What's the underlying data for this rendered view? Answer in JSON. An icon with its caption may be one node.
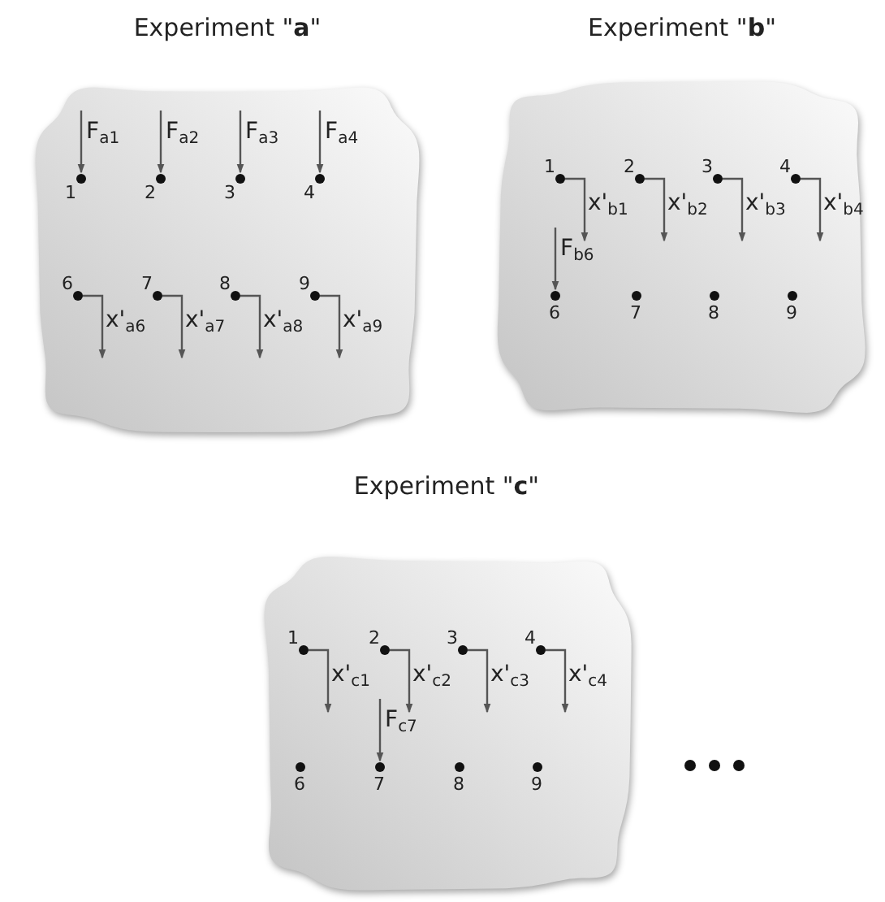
{
  "diagram": {
    "nodes": [
      {
        "text": [
          "Experiment \"**a**\""
        ]
      },
      {
        "text": [],
        "shape": "circle",
        "in": 0,
        "beside": [
          "1"
        ]
      },
      {
        "text": [],
        "shape": "circle",
        "in": 0,
        "beside": [
          "2"
        ]
      },
      {
        "text": [],
        "shape": "circle",
        "in": 0,
        "beside": [
          "3"
        ]
      },
      {
        "text": [],
        "shape": "circle",
        "in": 0,
        "beside": [
          "4"
        ]
      },
      {
        "text": [],
        "shape": "circle",
        "in": 0,
        "beside": [
          "6"
        ]
      },
      {
        "text": [],
        "shape": "circle",
        "in": 0,
        "beside": [
          "7"
        ]
      },
      {
        "text": [],
        "shape": "circle",
        "in": 0,
        "beside": [
          "8"
        ]
      },
      {
        "text": [],
        "shape": "circle",
        "in": 0,
        "beside": [
          "9"
        ]
      },
      {
        "text": [
          "Experiment \"**b**\""
        ]
      },
      {
        "text": [],
        "shape": "circle",
        "in": 9,
        "beside": [
          "1"
        ]
      },
      {
        "text": [],
        "shape": "circle",
        "in": 9,
        "beside": [
          "2"
        ]
      },
      {
        "text": [],
        "shape": "circle",
        "in": 9,
        "beside": [
          "3"
        ]
      },
      {
        "text": [],
        "shape": "circle",
        "in": 9,
        "beside": [
          "4"
        ]
      },
      {
        "text": [],
        "shape": "circle",
        "in": 9,
        "beside": [
          "6"
        ]
      },
      {
        "text": [],
        "shape": "circle",
        "in": 9,
        "beside": [
          "7"
        ]
      },
      {
        "text": [],
        "shape": "circle",
        "in": 9,
        "beside": [
          "8"
        ]
      },
      {
        "text": [],
        "shape": "circle",
        "in": 9,
        "beside": [
          "9"
        ]
      },
      {
        "text": [
          "Experiment \"**c**\""
        ]
      },
      {
        "text": [],
        "shape": "circle",
        "in": 18,
        "beside": [
          "1"
        ]
      },
      {
        "text": [],
        "shape": "circle",
        "in": 18,
        "beside": [
          "2"
        ]
      },
      {
        "text": [],
        "shape": "circle",
        "in": 18,
        "beside": [
          "3"
        ]
      },
      {
        "text": [],
        "shape": "circle",
        "in": 18,
        "beside": [
          "4"
        ]
      },
      {
        "text": [],
        "shape": "circle",
        "in": 18,
        "beside": [
          "6"
        ]
      },
      {
        "text": [],
        "shape": "circle",
        "in": 18,
        "beside": [
          "7"
        ]
      },
      {
        "text": [],
        "shape": "circle",
        "in": 18,
        "beside": [
          "8"
        ]
      },
      {
        "text": [],
        "shape": "circle",
        "in": 18,
        "beside": [
          "9"
        ]
      }
    ],
    "labels": [
      "F$_{a1}$",
      "F$_{a2}$",
      "F$_{a3}$",
      "F$_{a4}$",
      "x'$_{a6}$",
      "x'$_{a7}$",
      "x'$_{a8}$",
      "x'$_{a9}$",
      "x'$_{b1}$",
      "x'$_{b2}$",
      "x'$_{b3}$",
      "x'$_{b4}$",
      "F$_{b6}$",
      "x'$_{c1}$",
      "x'$_{c2}$",
      "x'$_{c3}$",
      "x'$_{c4}$",
      "F$_{c7}$"
    ]
  }
}
